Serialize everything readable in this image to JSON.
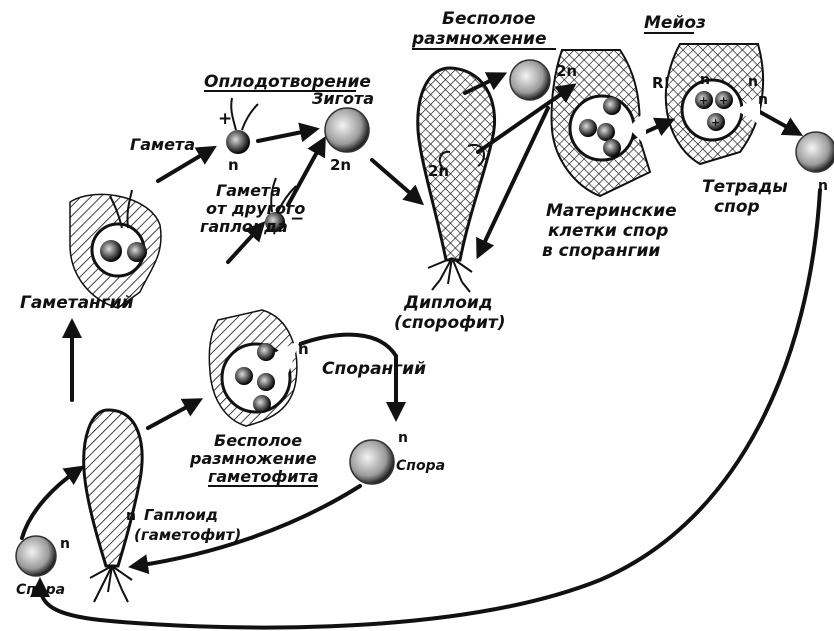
{
  "diagram": {
    "labels": {
      "oplodotvorenie": "Оплодотворение",
      "zigota": "Зигота",
      "gameta1": "Гамета",
      "gameta2_l1": "Гамета",
      "gameta2_l2": "от другого",
      "gameta2_l3": "гаплоида",
      "gametangiy": "Гаметангий",
      "besp_razm_l1": "Бесполое",
      "besp_razm_l2": "размножение",
      "meioz": "Мейоз",
      "meioz_mark": "R!",
      "mat_kl_l1": "Материнские",
      "mat_kl_l2": "клетки спор",
      "mat_kl_l3": "в спорангии",
      "tetrady_l1": "Тетрады",
      "tetrady_l2": "спор",
      "diploid_l1": "Диплоид",
      "diploid_l2": "(спорофит)",
      "sporangiy": "Спорангий",
      "besp_gam_l1": "Бесполое",
      "besp_gam_l2": "размножение",
      "besp_gam_l3": "гаметофита",
      "spora_right": "Спора",
      "spora_left": "Спора",
      "gaploid_l1": "Гаплоид",
      "gaploid_l2": "(гаметофит)"
    },
    "ploidy": {
      "n": "n",
      "two_n": "2n",
      "plus": "+",
      "minus": "−"
    },
    "colors": {
      "ink": "#111111",
      "paper": "#ffffff"
    }
  }
}
